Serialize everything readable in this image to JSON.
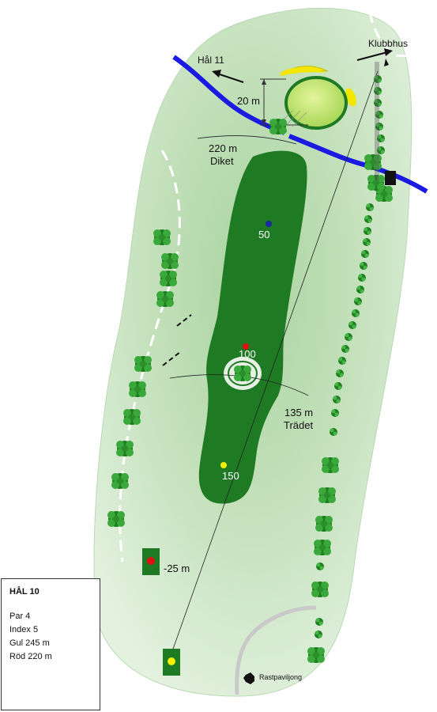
{
  "hole": {
    "title": "HÅL 10",
    "par": "Par 4",
    "index": "Index 5",
    "yellow": "Gul 245 m",
    "red": "Röd 220 m"
  },
  "labels": {
    "next_hole": "Hål 11",
    "clubhouse": "Klubbhus",
    "green_depth": "20 m",
    "ditch_distance": "220 m",
    "ditch_name": "Diket",
    "tree_distance": "135 m",
    "tree_name": "Trädet",
    "marker_50": "50",
    "marker_100": "100",
    "marker_150": "150",
    "red_tee_offset": "-25 m",
    "rest_pavilion": "Rastpaviljong"
  },
  "colors": {
    "rough": "#cfe6c8",
    "fairway": "#1f7a24",
    "green": "#b6e06a",
    "water": "#1a1ae0",
    "bunker": "#f3e600",
    "tree": "#2f9a30",
    "path": "#c8c8c8",
    "marker_blue": "#1a2aa0",
    "marker_red": "#e01010",
    "marker_yellow": "#f5f000"
  },
  "markers": {
    "dist_50": "blue",
    "dist_100": "red",
    "dist_150": "yellow"
  }
}
